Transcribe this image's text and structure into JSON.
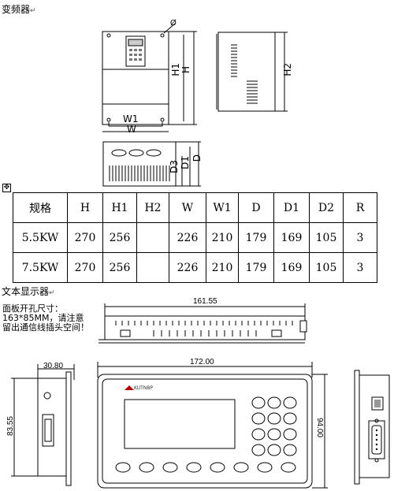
{
  "section1_title": "变频器",
  "inverter_labels": {
    "phi": "Ø",
    "h1": "H1",
    "h": "H",
    "h2": "H2",
    "w1": "W1",
    "w": "W",
    "d3": "D3",
    "d1": "D1",
    "d": "D"
  },
  "spec_table": {
    "headers": [
      "规格",
      "H",
      "H1",
      "H2",
      "W",
      "W1",
      "D",
      "D1",
      "D2",
      "R"
    ],
    "rows": [
      [
        "5.5KW",
        "270",
        "256",
        "",
        "226",
        "210",
        "179",
        "169",
        "105",
        "3"
      ],
      [
        "7.5KW",
        "270",
        "256",
        "",
        "226",
        "210",
        "179",
        "169",
        "105",
        "3"
      ]
    ]
  },
  "section2_title": "文本显示器",
  "panel_note": {
    "line1": "面板开孔尺寸：",
    "line2": "163*85MM，请注意",
    "line3": "留出通信线插头空间！"
  },
  "display_dims": {
    "top_width": "161.55",
    "front_width": "172.00",
    "side_width": "30.80",
    "side_height": "83.55",
    "front_height": "94.00"
  },
  "brand_text": "KUTNBP"
}
